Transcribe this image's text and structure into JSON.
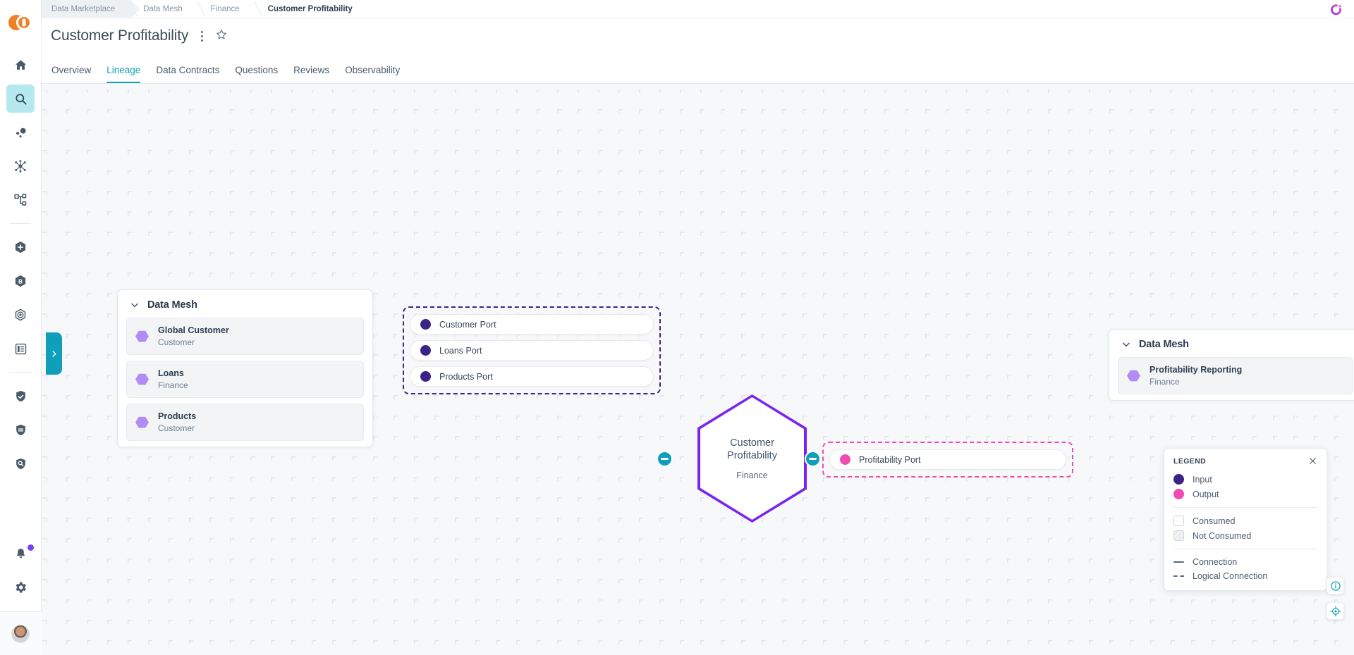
{
  "breadcrumb": {
    "items": [
      {
        "label": "Data Marketplace"
      },
      {
        "label": "Data Mesh"
      },
      {
        "label": "Finance"
      },
      {
        "label": "Customer Profitability"
      }
    ]
  },
  "header": {
    "title": "Customer Profitability",
    "menu_icon": "kebab-menu-icon",
    "favorite_icon": "star-outline-icon",
    "ai_icon": "ai-sparkle-icon"
  },
  "tabs": [
    {
      "label": "Overview",
      "active": false
    },
    {
      "label": "Lineage",
      "active": true
    },
    {
      "label": "Data Contracts",
      "active": false
    },
    {
      "label": "Questions",
      "active": false
    },
    {
      "label": "Reviews",
      "active": false
    },
    {
      "label": "Observability",
      "active": false
    }
  ],
  "sidebar": {
    "items": [
      {
        "name": "home-icon"
      },
      {
        "name": "search-icon",
        "active": true
      },
      {
        "name": "data-bubbles-icon"
      },
      {
        "name": "network-nodes-icon"
      },
      {
        "name": "hierarchy-icon"
      },
      {
        "name": "add-hexagon-icon"
      },
      {
        "name": "b-hexagon-icon"
      },
      {
        "name": "target-hexagon-icon"
      },
      {
        "name": "list-view-icon"
      },
      {
        "name": "shield-check-icon"
      },
      {
        "name": "shield-lines-icon"
      },
      {
        "name": "shield-search-icon"
      },
      {
        "name": "bell-icon",
        "badge": true
      },
      {
        "name": "gear-icon"
      }
    ]
  },
  "canvas": {
    "left_handle_icon": "chevron-right-icon",
    "left_mesh": {
      "title": "Data Mesh",
      "collapse_icon": "chevron-down-icon",
      "items": [
        {
          "name": "Global Customer",
          "domain": "Customer"
        },
        {
          "name": "Loans",
          "domain": "Finance"
        },
        {
          "name": "Products",
          "domain": "Customer"
        }
      ]
    },
    "input_ports": {
      "type": "input",
      "items": [
        {
          "label": "Customer Port"
        },
        {
          "label": "Loans Port"
        },
        {
          "label": "Products Port"
        }
      ]
    },
    "product": {
      "title": "Customer\nProfitability",
      "title_line1": "Customer",
      "title_line2": "Profitability",
      "domain": "Finance"
    },
    "output_ports": {
      "type": "output",
      "items": [
        {
          "label": "Profitability Port"
        }
      ]
    },
    "right_mesh": {
      "title": "Data Mesh",
      "collapse_icon": "chevron-down-icon",
      "items": [
        {
          "name": "Profitability Reporting",
          "domain": "Finance"
        }
      ]
    },
    "toggles": {
      "input_collapse_icon": "minus-circle-icon",
      "output_collapse_icon": "minus-circle-icon"
    }
  },
  "legend": {
    "title": "LEGEND",
    "close_icon": "close-icon",
    "rows": [
      {
        "label": "Input",
        "swatch": "dot",
        "color": "#3b2486"
      },
      {
        "label": "Output",
        "swatch": "dot",
        "color": "#ef4bb0"
      },
      {
        "label": "Consumed",
        "swatch": "box"
      },
      {
        "label": "Not Consumed",
        "swatch": "box-hatch"
      },
      {
        "label": "Connection",
        "swatch": "line-solid"
      },
      {
        "label": "Logical Connection",
        "swatch": "line-dashed"
      }
    ]
  },
  "floating_actions": [
    {
      "name": "info-button",
      "icon": "info-circle-icon"
    },
    {
      "name": "recenter-button",
      "icon": "crosshair-icon"
    }
  ],
  "colors": {
    "accent_teal": "#0fa3b8",
    "input_purple": "#3b2486",
    "output_pink": "#ef4bb0",
    "product_violet": "#7a23f0",
    "mesh_lilac": "#b18cf5",
    "brand_orange": "#ef8024"
  }
}
